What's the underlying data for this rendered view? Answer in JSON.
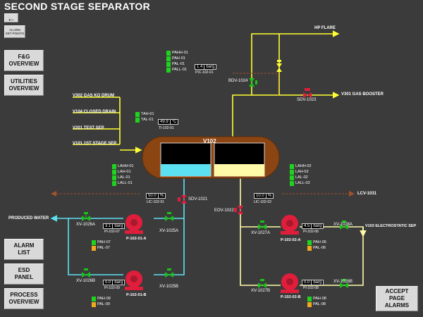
{
  "header": {
    "title": "SECOND STAGE SEPARATOR",
    "back_label": "←",
    "alarm_setpoints_label": "ALARM\nSET-POINTS"
  },
  "nav": {
    "fg_overview": "F&G\nOVERVIEW",
    "utilities_overview": "UTILITIES\nOVERVIEW",
    "alarm_list": "ALARM\nLIST",
    "esd_panel": "ESD\nPANEL",
    "process_overview": "PROCESS\nOVERVIEW",
    "accept_alarms": "ACCEPT\nPAGE\nALARMS"
  },
  "vessel": {
    "name": "V102"
  },
  "inlets": [
    "V302 GAS KO DRUM",
    "V104 CLOSED DRAIN",
    "V201 TEST SEP",
    "V101 1ST STAGE SEP"
  ],
  "destinations": {
    "hp_flare": "HP FLARE",
    "gas_booster": "V301 GAS BOOSTER",
    "produced_water": "PRODUCED WATER",
    "electrostatic": "V103 ELECTROSTATIC SEP",
    "lcv": "LCV-1031"
  },
  "pressure_alarms": [
    "PAHH-01",
    "PAH-01",
    "PAL-01",
    "PALL-01"
  ],
  "pic": {
    "value": "1.4",
    "unit": "barg",
    "tag": "PIC-102-01"
  },
  "temp_alarms": [
    "TAH-01",
    "TAL-01"
  ],
  "ti": {
    "value": "49.9",
    "unit": "°C",
    "tag": "TI-102-01"
  },
  "level_alarms_1": [
    "LAHH-01",
    "LAH-01",
    "LAL-01",
    "LALL-01"
  ],
  "level_alarms_2": [
    "LAHH-02",
    "LAH-02",
    "LAL-02",
    "LALL-02"
  ],
  "lic1": {
    "value": "50.0",
    "unit": "%",
    "tag": "LIC-102-01"
  },
  "lic2": {
    "value": "10.0",
    "unit": "%",
    "tag": "LIC-102-02"
  },
  "valves": {
    "bdv": "BDV-1024",
    "sdv1023": "SDV-1023",
    "sdv1021": "SDV-1021",
    "eov": "EOV-1022",
    "xv1026a": "XV-1026A",
    "xv1025a": "XV-1025A",
    "xv1026b": "XV-1026B",
    "xv1025b": "XV-1025B",
    "xv1027a": "XV-1027A",
    "xv1028a": "XV-1028A",
    "xv1027b": "XV-1027B",
    "xv1028b": "XV-1028B"
  },
  "pumps": {
    "p1a": {
      "tag": "P-102-01-A",
      "pi": {
        "value": "3.1",
        "unit": "barg",
        "tag": "PI-102-07"
      },
      "alarms": [
        "PAH-07",
        "PAL-07"
      ]
    },
    "p1b": {
      "tag": "P-102-01-B",
      "pi": {
        "value": "0.0",
        "unit": "barg",
        "tag": "PI-102-09"
      },
      "alarms": [
        "PAH-09",
        "PAL-09"
      ]
    },
    "p2a": {
      "tag": "P-102-02-A",
      "pi": {
        "value": "4.5",
        "unit": "barg",
        "tag": "PI-102-06"
      },
      "alarms": [
        "PAH-06",
        "PAL-06"
      ]
    },
    "p2b": {
      "tag": "P-102-02-B",
      "pi": {
        "value": "0.0",
        "unit": "barg",
        "tag": "PI-102-08"
      },
      "alarms": [
        "PAH-08",
        "PAL-08"
      ]
    }
  },
  "colors": {
    "gas": "#ffff33",
    "water": "#5ce1f2",
    "oil": "#fffaa8",
    "vessel": "#8b4513",
    "valve_open": "#19c219",
    "valve_closed": "#e01e3c",
    "pump": "#e01e3c",
    "alarm_ok": "#1fd31f",
    "alarm_warn": "#f0a81d"
  }
}
